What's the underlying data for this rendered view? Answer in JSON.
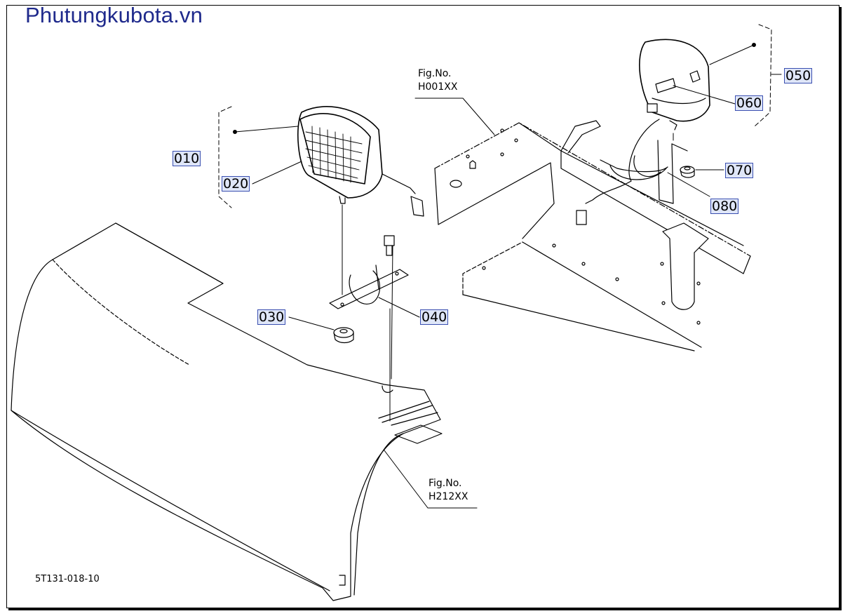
{
  "brand": "Phutungkubota.vn",
  "drawing_code": "5T131-018-10",
  "figure_refs": [
    {
      "line1": "Fig.No.",
      "line2": "H001XX"
    },
    {
      "line1": "Fig.No.",
      "line2": "H212XX"
    }
  ],
  "parts": [
    "010",
    "020",
    "030",
    "040",
    "050",
    "060",
    "070",
    "080"
  ],
  "colors": {
    "brand": "#1f2a8c",
    "label_bg": "#dfe6f8",
    "label_border": "#3a4fb0"
  }
}
